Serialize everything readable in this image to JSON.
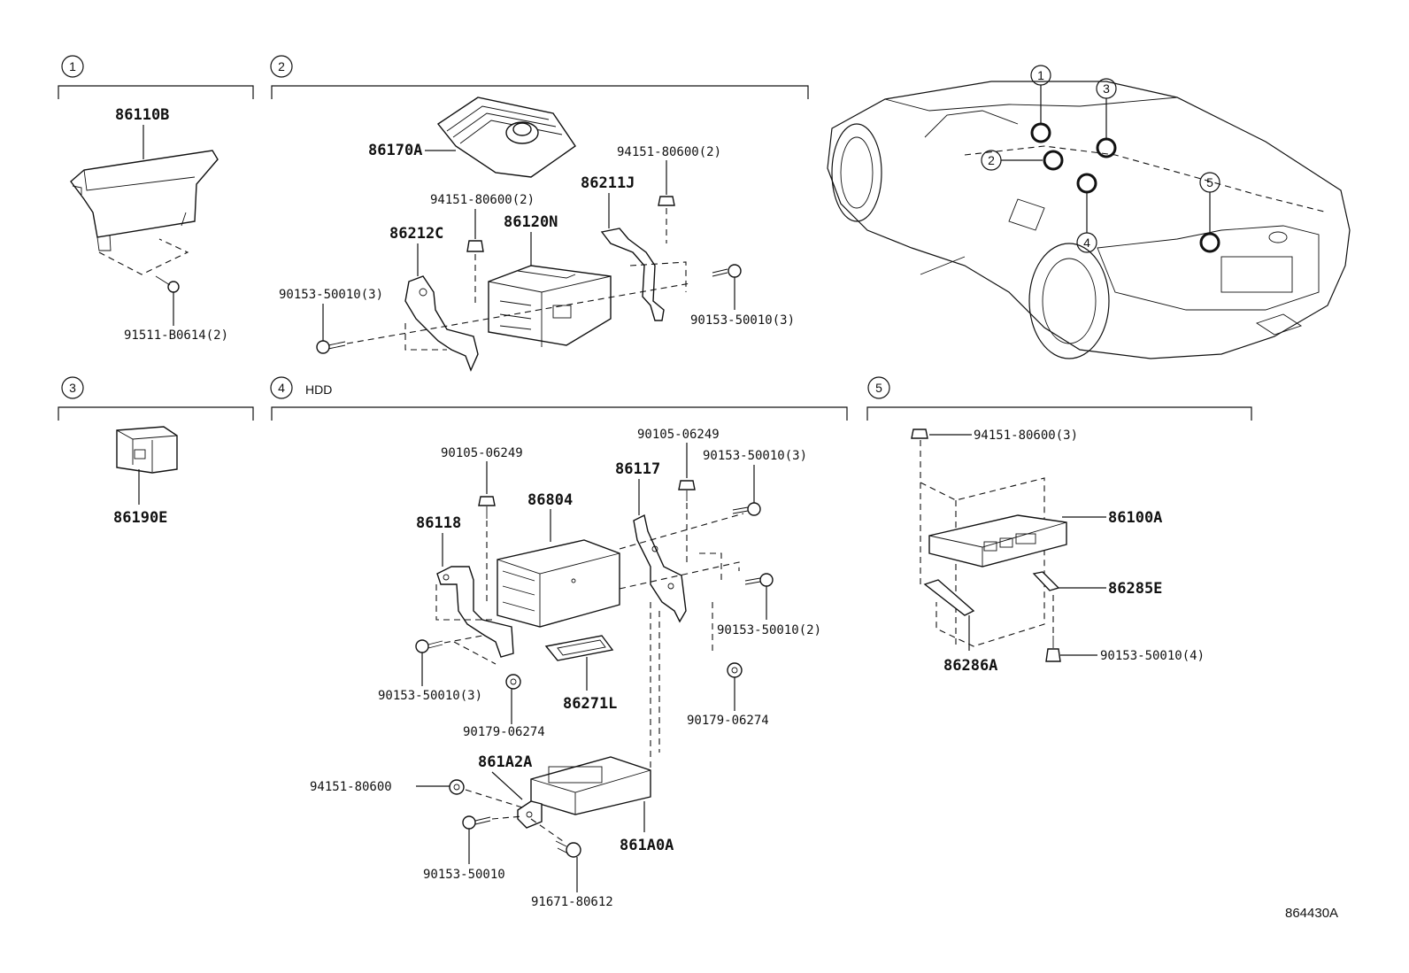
{
  "sections": [
    {
      "num": "1"
    },
    {
      "num": "2"
    },
    {
      "num": "3"
    },
    {
      "num": "4",
      "label": "HDD"
    },
    {
      "num": "5"
    }
  ],
  "parts": {
    "s1": {
      "p86110B": "86110B",
      "p91511": "91511-B0614(2)"
    },
    "s2": {
      "p86170A": "86170A",
      "p94151_top": "94151-80600(2)",
      "p86211J": "86211J",
      "p94151_mid": "94151-80600(2)",
      "p86120N": "86120N",
      "p86212C": "86212C",
      "p90153_left": "90153-50010(3)",
      "p90153_right": "90153-50010(3)"
    },
    "s3": {
      "p86190E": "86190E"
    },
    "s4": {
      "p90105_a": "90105-06249",
      "p90105_b": "90105-06249",
      "p90153_top": "90153-50010(3)",
      "p86117": "86117",
      "p86804": "86804",
      "p86118": "86118",
      "p90153_mid": "90153-50010(2)",
      "p90153_left": "90153-50010(3)",
      "p86271L": "86271L",
      "p90179_a": "90179-06274",
      "p90179_b": "90179-06274",
      "p861A2A": "861A2A",
      "p94151": "94151-80600",
      "p861A0A": "861A0A",
      "p90153_bot": "90153-50010",
      "p91671": "91671-80612"
    },
    "s5": {
      "p94151": "94151-80600(3)",
      "p86100A": "86100A",
      "p86285E": "86285E",
      "p86286A": "86286A",
      "p90153": "90153-50010(4)"
    }
  },
  "vehicle_callouts": [
    "1",
    "2",
    "3",
    "4",
    "5"
  ],
  "figure_code": "864430A"
}
